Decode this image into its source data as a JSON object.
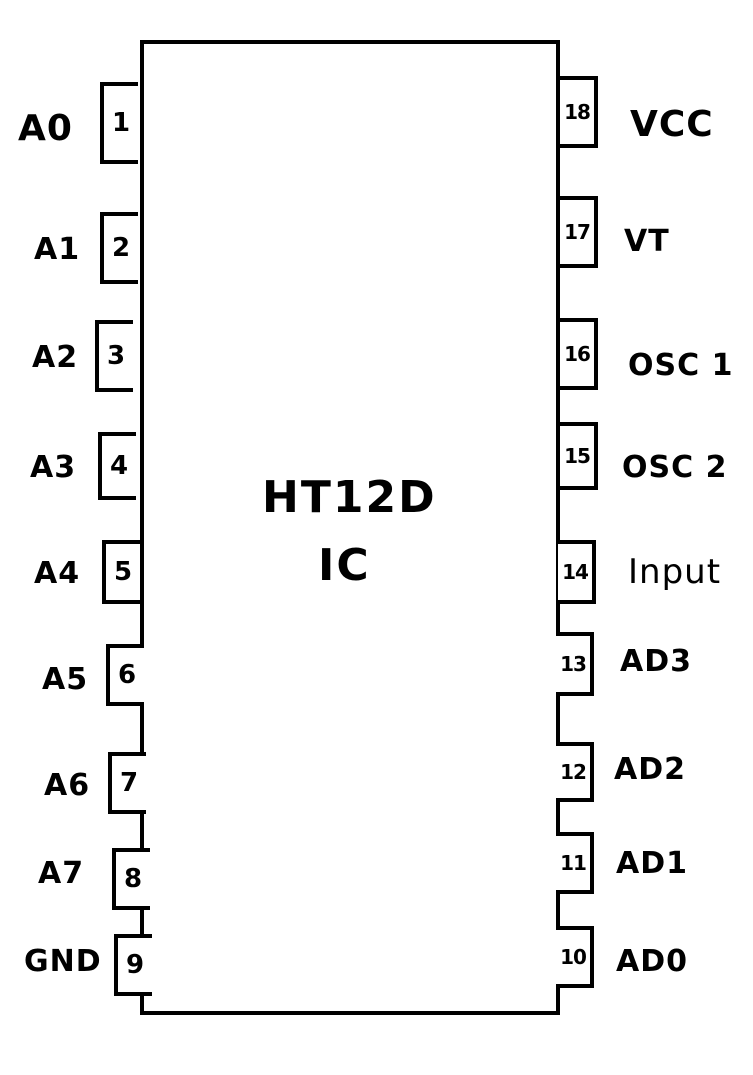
{
  "chip": {
    "title": "HT12D",
    "subtitle": "IC"
  },
  "left_pins": [
    {
      "num": "1",
      "label": "A0"
    },
    {
      "num": "2",
      "label": "A1"
    },
    {
      "num": "3",
      "label": "A2"
    },
    {
      "num": "4",
      "label": "A3"
    },
    {
      "num": "5",
      "label": "A4"
    },
    {
      "num": "6",
      "label": "A5"
    },
    {
      "num": "7",
      "label": "A6"
    },
    {
      "num": "8",
      "label": "A7"
    },
    {
      "num": "9",
      "label": "GND"
    }
  ],
  "right_pins": [
    {
      "num": "18",
      "label": "VCC"
    },
    {
      "num": "17",
      "label": "VT"
    },
    {
      "num": "16",
      "label": "OSC 1"
    },
    {
      "num": "15",
      "label": "OSC 2"
    },
    {
      "num": "14",
      "label": "Input"
    },
    {
      "num": "13",
      "label": "AD3"
    },
    {
      "num": "12",
      "label": "AD2"
    },
    {
      "num": "11",
      "label": "AD1"
    },
    {
      "num": "10",
      "label": "AD0"
    }
  ]
}
